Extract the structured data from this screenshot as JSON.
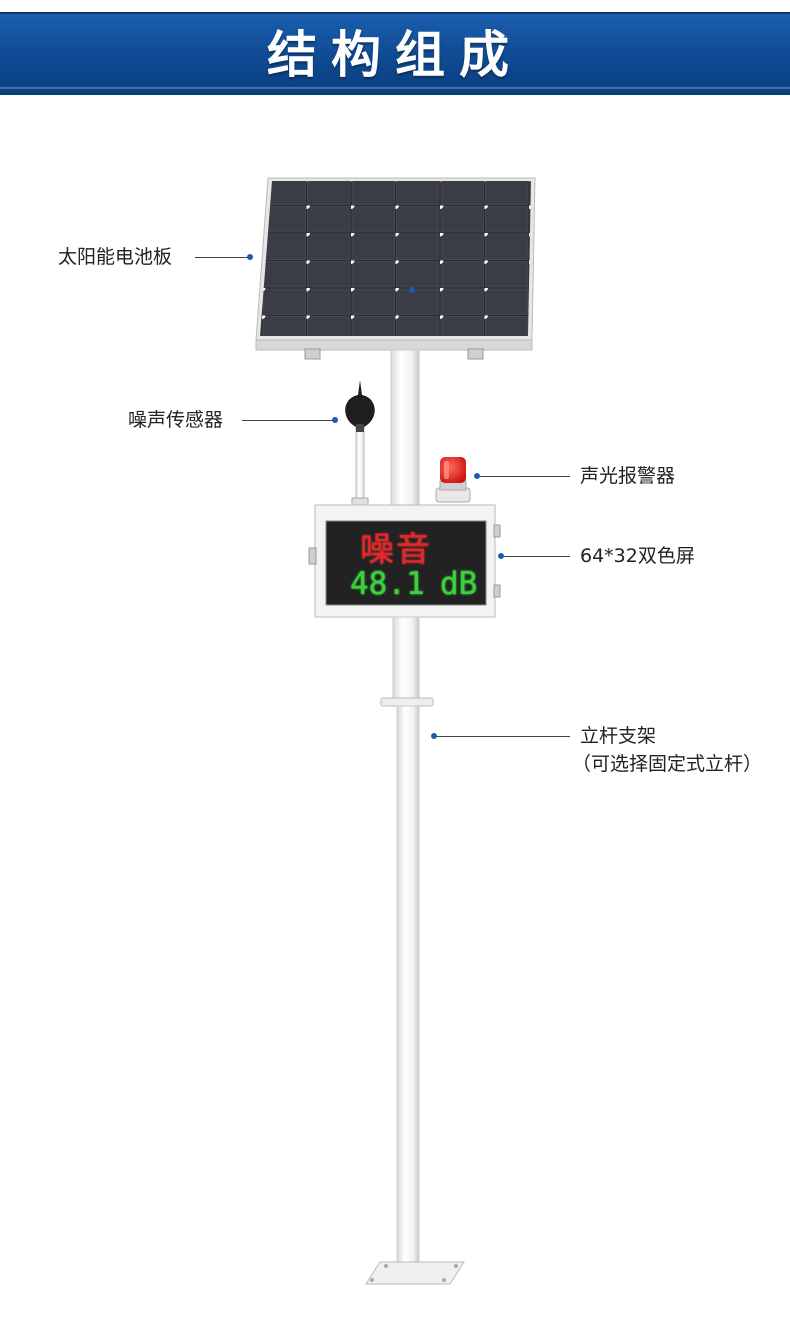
{
  "header": {
    "title": "结构组成"
  },
  "callouts": {
    "solar_panel": "太阳能电池板",
    "noise_sensor": "噪声传感器",
    "alarm": "声光报警器",
    "display": "64*32双色屏",
    "pole_line1": "立杆支架",
    "pole_line2": "（可选择固定式立杆）"
  },
  "led_screen": {
    "line1": "噪音",
    "line1_color": "#e8262a",
    "value": "48.1",
    "unit": "dB",
    "line2_color": "#38d43a"
  },
  "colors": {
    "banner": "#0f4a93",
    "callout_dot": "#1a5bb0"
  }
}
